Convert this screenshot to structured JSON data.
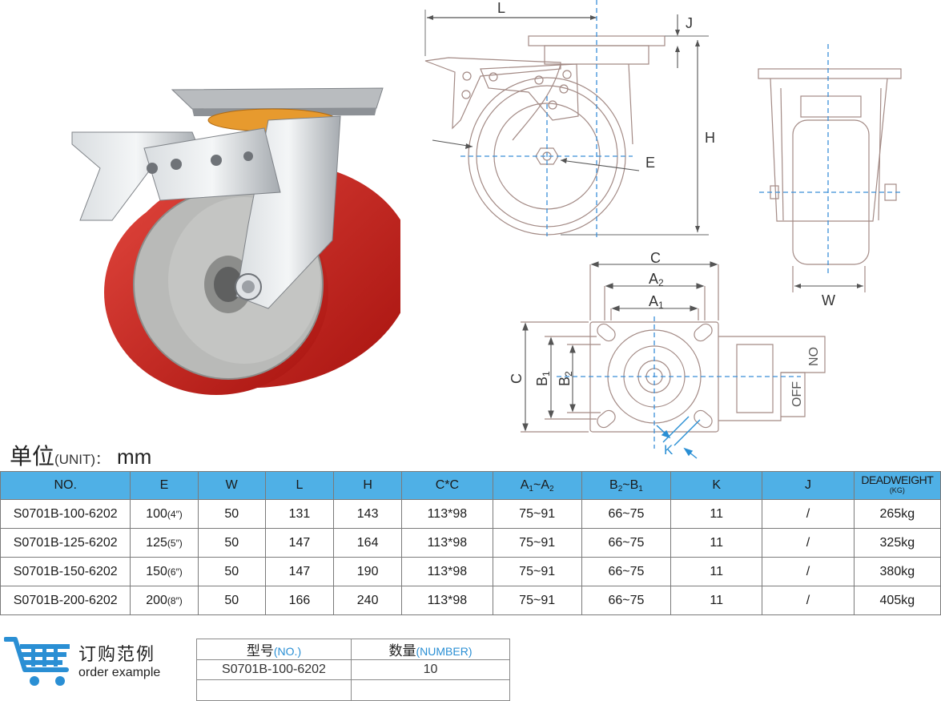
{
  "drawing": {
    "side_labels": {
      "L": "L",
      "J": "J",
      "H": "H",
      "E": "E"
    },
    "front_labels": {
      "W": "W"
    },
    "top_labels": {
      "C_top": "C",
      "A2": "A",
      "A2_sub": "2",
      "A1": "A",
      "A1_sub": "1",
      "C_left": "C",
      "B1": "B",
      "B1_sub": "1",
      "B2": "B",
      "B2_sub": "2",
      "K": "K",
      "on": "ON",
      "off": "OFF"
    }
  },
  "unit": {
    "label": "单位",
    "unit_en": "(UNIT)：",
    "value": "mm"
  },
  "spec_table": {
    "headers": {
      "no": "NO.",
      "e": "E",
      "w": "W",
      "l": "L",
      "h": "H",
      "cc": "C*C",
      "a_1": "A",
      "a_1_sub": "1",
      "a_tilde": "~A",
      "a_2_sub": "2",
      "b_1": "B",
      "b_2_sub": "2",
      "b_tilde": "~B",
      "b_1_sub": "1",
      "k": "K",
      "j": "J",
      "dw": "DEADWEIGHT",
      "dw_unit": "(KG)"
    },
    "rows": [
      {
        "no": "S0701B-100-6202",
        "e": "100",
        "e_inch": "(4″)",
        "w": "50",
        "l": "131",
        "h": "143",
        "cc": "113*98",
        "a": "75~91",
        "b": "66~75",
        "k": "11",
        "j": "/",
        "dw": "265kg"
      },
      {
        "no": "S0701B-125-6202",
        "e": "125",
        "e_inch": "(5″)",
        "w": "50",
        "l": "147",
        "h": "164",
        "cc": "113*98",
        "a": "75~91",
        "b": "66~75",
        "k": "11",
        "j": "/",
        "dw": "325kg"
      },
      {
        "no": "S0701B-150-6202",
        "e": "150",
        "e_inch": "(6″)",
        "w": "50",
        "l": "147",
        "h": "190",
        "cc": "113*98",
        "a": "75~91",
        "b": "66~75",
        "k": "11",
        "j": "/",
        "dw": "380kg"
      },
      {
        "no": "S0701B-200-6202",
        "e": "200",
        "e_inch": "(8″)",
        "w": "50",
        "l": "166",
        "h": "240",
        "cc": "113*98",
        "a": "75~91",
        "b": "66~75",
        "k": "11",
        "j": "/",
        "dw": "405kg"
      }
    ]
  },
  "order": {
    "title": "订购范例",
    "subtitle": "order example",
    "icon": "shopping-cart-icon",
    "headers": {
      "model": "型号",
      "model_en": "(NO.)",
      "qty": "数量",
      "qty_en": "(NUMBER)"
    },
    "row": {
      "model": "S0701B-100-6202",
      "qty": "10"
    }
  },
  "colors": {
    "header_blue": "#4fb0e6",
    "accent_blue": "#2a8fd4",
    "wheel_red": "#c8221e",
    "hub_gray": "#b8b9b7"
  }
}
